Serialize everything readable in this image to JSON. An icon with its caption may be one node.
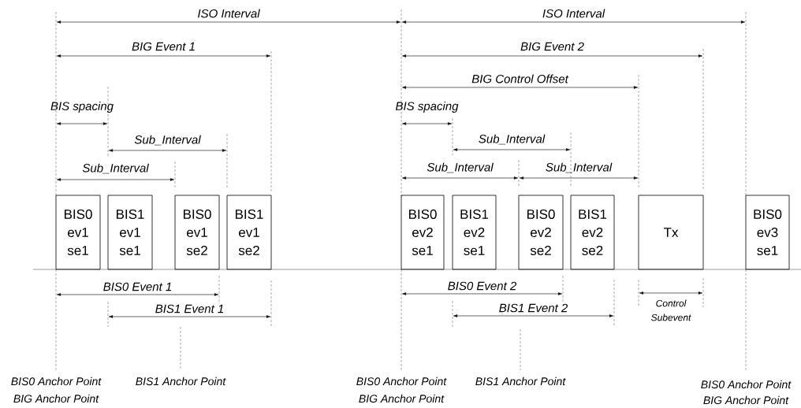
{
  "diagram": {
    "nodes": [
      {
        "text": [
          "BIS0 ev1 se1"
        ]
      },
      {
        "text": [
          "BIS1 ev1 se1"
        ]
      },
      {
        "text": [
          "BIS0 ev1 se2"
        ]
      },
      {
        "text": [
          "BIS1 ev1 se2"
        ]
      },
      {
        "text": [
          "BIS0 ev2 se1"
        ]
      },
      {
        "text": [
          "BIS1 ev2 se1"
        ]
      },
      {
        "text": [
          "BIS0 ev2 se2"
        ]
      },
      {
        "text": [
          "BIS1 ev2 se2"
        ]
      },
      {
        "text": [
          "Tx"
        ]
      },
      {
        "text": [
          "BIS0 ev3 se1"
        ]
      }
    ],
    "edges": [],
    "labels": [
      "ISO Interval",
      "ISO Interval",
      "BIG Event 1",
      "BIG Event 2",
      "BIG Control Offset",
      "BIS spacing",
      "BIS spacing",
      "Sub_Interval",
      "Sub_Interval",
      "Sub_Interval",
      "Sub_Interval",
      "Sub_Interval",
      "BIS0 Event 1",
      "BIS0 Event 2",
      "Control Subevent",
      "BIS1 Event 1",
      "BIS1 Event 2",
      "BIS0 Anchor Point",
      "BIS1 Anchor Point",
      "BIS0 Anchor Point",
      "BIS1 Anchor Point",
      "BIS0 Anchor Point",
      "BIG Anchor Point",
      "BIG Anchor Point",
      "BIG Anchor Point"
    ]
  }
}
